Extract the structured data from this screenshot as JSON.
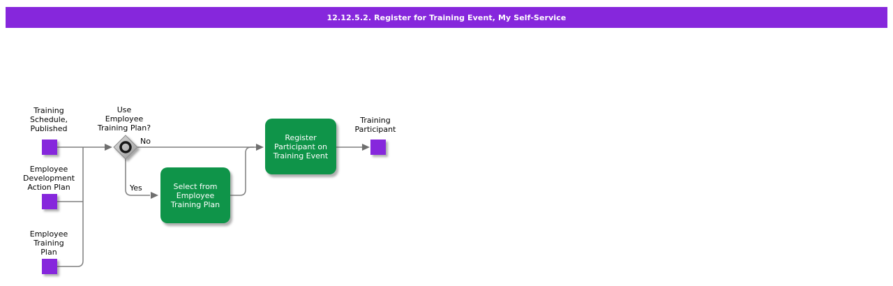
{
  "colors": {
    "accent_purple": "#8627DC",
    "task_green": "#0F9449",
    "connector_gray": "#7F7F7F",
    "text_black": "#000000",
    "background": "#FFFFFF"
  },
  "title_bar": {
    "text": "12.12.5.2. Register for Training Event, My Self-Service"
  },
  "flowchart": {
    "inputs": [
      {
        "id": "training-schedule-published",
        "lines": [
          "Training",
          "Schedule,",
          "Published"
        ]
      },
      {
        "id": "employee-development-action-plan",
        "lines": [
          "Employee",
          "Development",
          "Action Plan"
        ]
      },
      {
        "id": "employee-training-plan",
        "lines": [
          "Employee",
          "Training",
          "Plan"
        ]
      }
    ],
    "decision": {
      "question_lines": [
        "Use",
        "Employee",
        "Training Plan?"
      ],
      "no_label": "No",
      "yes_label": "Yes"
    },
    "tasks": [
      {
        "id": "select-from-employee-training-plan",
        "lines": [
          "Select from",
          "Employee",
          "Training Plan"
        ]
      },
      {
        "id": "register-participant-on-training-event",
        "lines": [
          "Register",
          "Participant on",
          "Training Event"
        ]
      }
    ],
    "output": {
      "id": "training-participant",
      "lines": [
        "Training",
        "Participant"
      ]
    }
  }
}
